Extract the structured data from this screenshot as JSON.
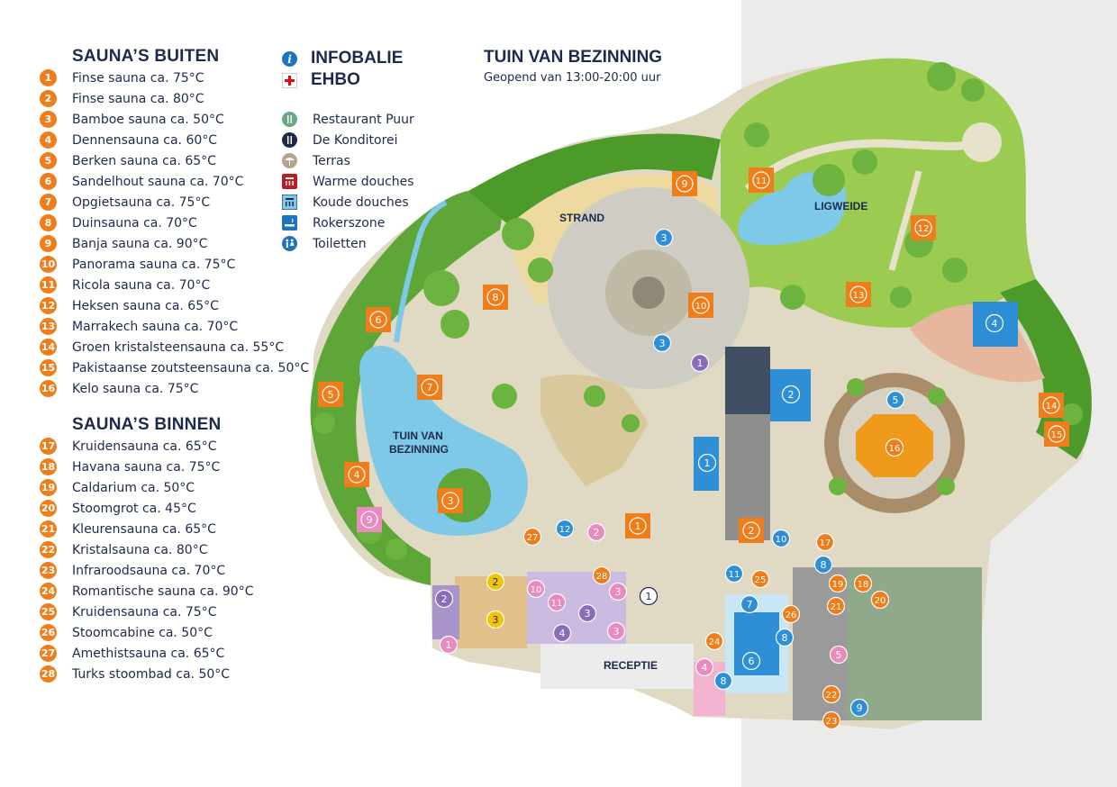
{
  "sections": {
    "outdoor_title": "SAUNA’S BUITEN",
    "indoor_title": "SAUNA’S BINNEN"
  },
  "outdoor_saunas": [
    {
      "num": "1",
      "label": "Finse sauna ca. 75°C"
    },
    {
      "num": "2",
      "label": "Finse sauna ca. 80°C"
    },
    {
      "num": "3",
      "label": "Bamboe sauna ca. 50°C"
    },
    {
      "num": "4",
      "label": "Dennensauna ca. 60°C"
    },
    {
      "num": "5",
      "label": "Berken sauna ca. 65°C"
    },
    {
      "num": "6",
      "label": "Sandelhout sauna ca. 70°C"
    },
    {
      "num": "7",
      "label": "Opgietsauna ca. 75°C"
    },
    {
      "num": "8",
      "label": "Duinsauna ca. 70°C"
    },
    {
      "num": "9",
      "label": "Banja sauna ca. 90°C"
    },
    {
      "num": "10",
      "label": "Panorama sauna ca. 75°C"
    },
    {
      "num": "11",
      "label": "Ricola sauna ca. 70°C"
    },
    {
      "num": "12",
      "label": "Heksen sauna ca. 65°C"
    },
    {
      "num": "13",
      "label": "Marrakech sauna ca. 70°C"
    },
    {
      "num": "14",
      "label": "Groen kristalsteensauna ca. 55°C"
    },
    {
      "num": "15",
      "label": "Pakistaanse zoutsteensauna ca. 50°C"
    },
    {
      "num": "16",
      "label": "Kelo sauna ca. 75°C"
    }
  ],
  "indoor_saunas": [
    {
      "num": "17",
      "label": "Kruidensauna ca. 65°C"
    },
    {
      "num": "18",
      "label": "Havana sauna ca. 75°C"
    },
    {
      "num": "19",
      "label": "Caldarium ca. 50°C"
    },
    {
      "num": "20",
      "label": "Stoomgrot ca. 45°C"
    },
    {
      "num": "21",
      "label": "Kleurensauna ca. 65°C"
    },
    {
      "num": "22",
      "label": "Kristalsauna ca. 80°C"
    },
    {
      "num": "23",
      "label": "Infraroodsauna ca. 70°C"
    },
    {
      "num": "24",
      "label": "Romantische sauna ca. 90°C"
    },
    {
      "num": "25",
      "label": "Kruidensauna ca. 75°C"
    },
    {
      "num": "26",
      "label": "Stoomcabine ca. 50°C"
    },
    {
      "num": "27",
      "label": "Amethistsauna ca. 65°C"
    },
    {
      "num": "28",
      "label": "Turks stoombad ca. 50°C"
    }
  ],
  "headline_facilities": [
    {
      "icon": "info-icon",
      "label": "INFOBALIE"
    },
    {
      "icon": "first-aid-icon",
      "label": "EHBO"
    }
  ],
  "facilities": [
    {
      "icon": "restaurant-icon",
      "label": "Restaurant Puur"
    },
    {
      "icon": "cutlery-icon",
      "label": "De Konditorei"
    },
    {
      "icon": "terrace-icon",
      "label": "Terras"
    },
    {
      "icon": "warm-shower-icon",
      "label": "Warme douches"
    },
    {
      "icon": "cold-shower-icon",
      "label": "Koude douches"
    },
    {
      "icon": "smoking-icon",
      "label": "Rokerszone"
    },
    {
      "icon": "toilet-icon",
      "label": "Toiletten"
    }
  ],
  "tuin": {
    "title": "TUIN VAN BEZINNING",
    "hours": "Geopend van 13:00-20:00 uur"
  },
  "map_labels": {
    "strand": "STRAND",
    "ligweide": "LIGWEIDE",
    "tuin_line1": "TUIN VAN",
    "tuin_line2": "BEZINNING",
    "receptie": "RECEPTIE"
  },
  "colors": {
    "navy": "#1d2a4b",
    "sauna_orange": "#ef7d1a",
    "pool_blue": "#2f8fd6",
    "water": "#7ec8e8",
    "grass": "#9ccb52",
    "forest": "#4c9a2a",
    "sand": "#e8d7a8",
    "paving": "#d9d4c5",
    "pink": "#e98bbf",
    "purple": "#8a6db8",
    "yellow": "#f2c400",
    "first_aid_red": "#e30613",
    "warm_red": "#b81d24"
  }
}
